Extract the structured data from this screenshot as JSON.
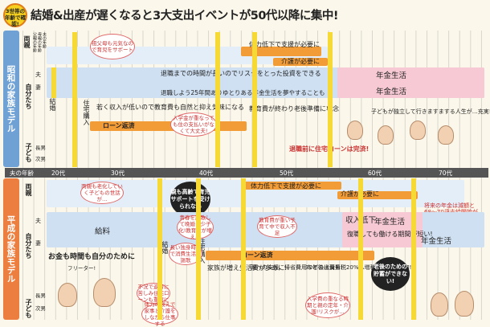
{
  "badge": "3世帯の年齢で確認!",
  "title": "結婚&出産が遅くなると3大支出イベントが50代以降に集中!",
  "sections": {
    "showa": "昭和の家族モデル",
    "heisei": "平成の家族モデル"
  },
  "row_labels": {
    "parents": "両親",
    "self": "自分たち",
    "children": "子ども",
    "husband": "夫",
    "wife": "妻",
    "eldest": "長男",
    "second": "次男",
    "father_age": "父親の年齢",
    "mother_age": "母親の年齢",
    "self_age": "夫の年齢"
  },
  "axis": {
    "label": "夫の年齢",
    "decades": [
      "20代",
      "30代",
      "40代",
      "50代",
      "60代",
      "70代"
    ]
  },
  "showa": {
    "parent_bubble": "祖父母も元気なので育児をサポート",
    "parent_care_1": "体力低下で支援が必要に",
    "parent_care_2": "介護が必要に",
    "invest": "退職までの時間が長いのでリスクをとった投資をできる",
    "retire_prep": "退職しよう25年間ありゆとりある年金生活を夢やすることも",
    "pension": "年金生活",
    "pension2": "年金生活",
    "wedding": "結婚",
    "house": "住宅購入",
    "low_income": "若く収入が低いので教育費も自然と抑え気味になる",
    "loan": "ローン返済",
    "edu_end": "教育費が終わり老後準備に専念",
    "retire_loan": "退職前に住宅ローンは完済!",
    "kids_bubble": "入学金が重なっても住の支払いがなくて大丈夫!",
    "elder_comment": "子どもが独立して行きますまする人生が…充実!"
  },
  "heisei": {
    "parent_bubble": "両親も老化していく子どもの世話が…",
    "black_bubble": "親も高齢で育児サポートを受けられない",
    "parent_care_1": "体力低下で支援が必要に",
    "parent_care_2": "介護が必要に",
    "pension_note": "将来の年金は減額と68〜70歳支給開始が濃厚!",
    "salary": "給料",
    "income_down": "収入低下",
    "pension": "年金生活",
    "pension2": "年金生活",
    "rehire": "復職しても働ける期間が短い!",
    "wedding": "結婚",
    "house": "住宅購入",
    "loan": "ローン返済",
    "family_cost": "家族が増え生活費が多めに!",
    "care_cost": "親への支援、帰省費用などの出費も!",
    "tax_note": "30年後は消費税20%へ増税など支出増加!",
    "black_bubble2": "老後のための貯蓄ができない!",
    "money_note": "お金も時間も自分のために",
    "friend_note": "フリーター!",
    "bubble_a": "青春を謳歌して晩婚・少子化!教育費が増える",
    "bubble_b": "長い独身時代で消費生活を謳歌",
    "bubble_c": "教育費が重い子育て中で収入不足",
    "bubble_d": "不況で返済に苦しみ住宅ローンも重荷に",
    "bubble_e": "体力の衰えで家事と介護をしながら仕事する",
    "bubble_f": "入学費の重なる時期と親の定年・介護!リスクが…"
  }
}
